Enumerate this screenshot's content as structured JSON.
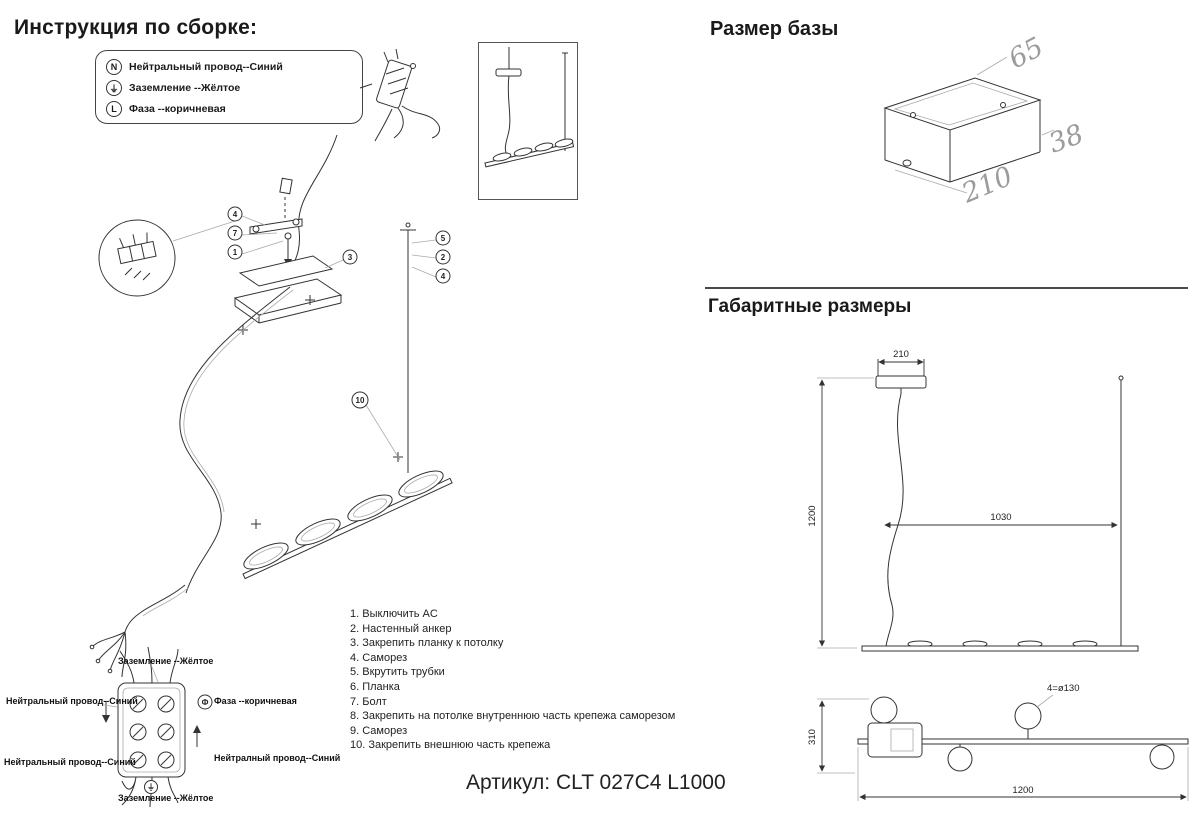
{
  "headings": {
    "assembly": "Инструкция по сборке:",
    "base_size": "Размер базы",
    "overall": "Габаритные размеры"
  },
  "article": "Артикул: CLT 027C4 L1000",
  "legend": {
    "neutral": {
      "symbol": "N",
      "label": "Нейтральный провод--Синий"
    },
    "ground": {
      "symbol": "⏚",
      "label": "Заземление --Жёлтое"
    },
    "phase": {
      "symbol": "L",
      "label": "Фаза --коричневая"
    }
  },
  "steps": [
    "1. Выключить AC",
    "2. Настенный анкер",
    "3. Закрепить планку к потолку",
    "4. Саморез",
    "5. Вкрутить трубки",
    "6. Планка",
    "7. Болт",
    "8. Закрепить на потолке внутреннюю часть крепежа саморезом",
    "9. Саморез",
    "10. Закрепить внешнюю часть крепежа"
  ],
  "callouts": [
    "4",
    "7",
    "1",
    "3",
    "5",
    "2",
    "4",
    "10"
  ],
  "base_dims": {
    "depth": "65",
    "height": "38",
    "width": "210"
  },
  "overall_dims": {
    "canopy_width": "210",
    "drop_height": "1200",
    "span": "1030",
    "lamp_spec": "4=ø130",
    "fixture_height": "310",
    "total_length": "1200"
  },
  "wiring": {
    "top_ground": "Заземление --Жёлтое",
    "left_neutral": "Нейтральный провод--Синий",
    "right_phase": "Фаза --коричневая",
    "bottom_left_neutral": "Нейтральный провод--Синий",
    "bottom_right_neutral": "Нейтралный провод--Синий",
    "bottom_ground": "Заземление --Жёлтое",
    "phase_symbol": "Ф",
    "ground_symbol": "⏚"
  }
}
